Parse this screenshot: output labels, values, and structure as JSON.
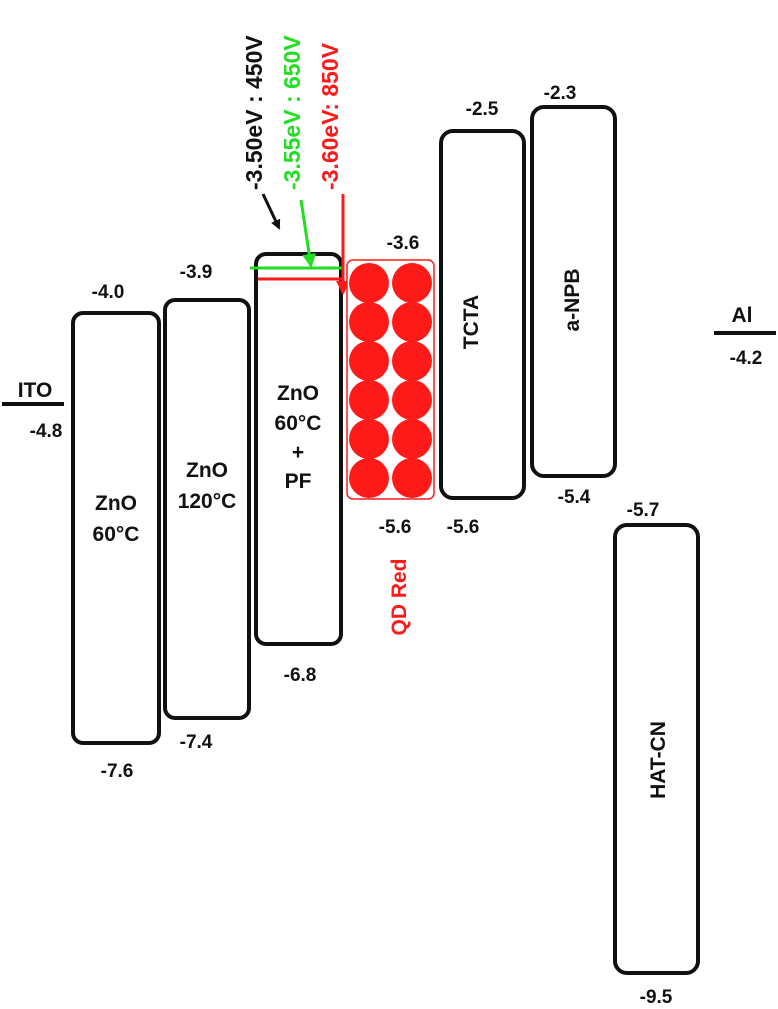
{
  "colors": {
    "black": "#111111",
    "green": "#22dd22",
    "red": "#ff1a1a"
  },
  "layers": {
    "ito": {
      "name": "ITO",
      "level": "-4.8"
    },
    "zno60": {
      "name_line1": "ZnO",
      "name_line2": "60°C",
      "top": "-4.0",
      "bottom": "-7.6"
    },
    "zno120": {
      "name_line1": "ZnO",
      "name_line2": "120°C",
      "top": "-3.9",
      "bottom": "-7.4"
    },
    "znopf": {
      "name_line1": "ZnO",
      "name_line2": "60°C",
      "name_line3": "+",
      "name_line4": "PF",
      "bottom": "-6.8"
    },
    "qd": {
      "name": "QD Red",
      "top": "-3.6",
      "bottom": "-5.6"
    },
    "tcta": {
      "name": "TCTA",
      "top": "-2.5",
      "bottom": "-5.6"
    },
    "anpb": {
      "name": "a-NPB",
      "top": "-2.3",
      "bottom": "-5.4"
    },
    "hatcn": {
      "name": "HAT-CN",
      "top": "-5.7",
      "bottom": "-9.5"
    },
    "al": {
      "name": "Al",
      "level": "-4.2"
    }
  },
  "annotations": {
    "black": "-3.50eV : 450V",
    "green": "-3.55eV : 650V",
    "red": "-3.60eV: 850V"
  }
}
